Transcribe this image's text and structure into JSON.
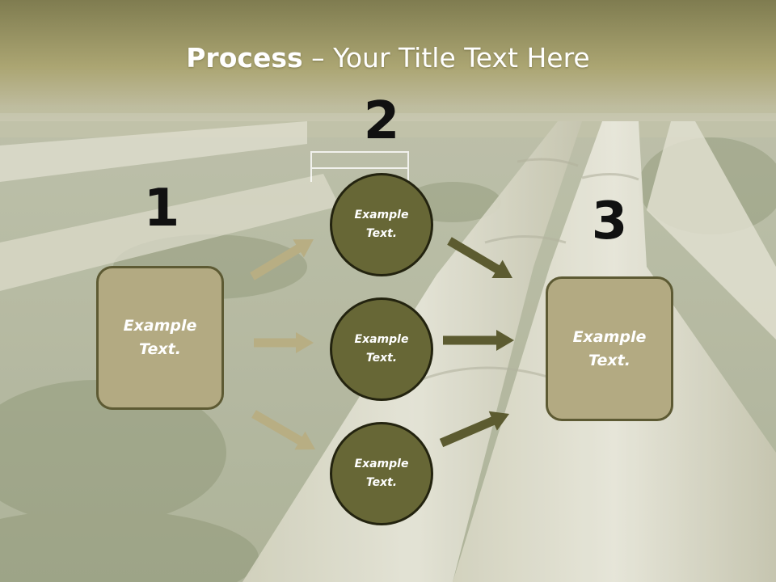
{
  "title": {
    "bold": "Process",
    "rest": " – Your Title Text Here"
  },
  "steps": {
    "one": "1",
    "two": "2",
    "three": "3"
  },
  "left_box": {
    "text": "Example\nText."
  },
  "right_box": {
    "text": "Example\nText."
  },
  "circles": [
    {
      "text": "Example\nText."
    },
    {
      "text": "Example\nText."
    },
    {
      "text": "Example\nText."
    }
  ],
  "colors": {
    "box_fill": "#b3aa82",
    "box_border": "#5d5a33",
    "circle_fill": "#676736",
    "circle_border": "#23230f",
    "arrow_light": "#b8ae83",
    "arrow_dark": "#5c5b30",
    "header_band": "#a8a271"
  }
}
